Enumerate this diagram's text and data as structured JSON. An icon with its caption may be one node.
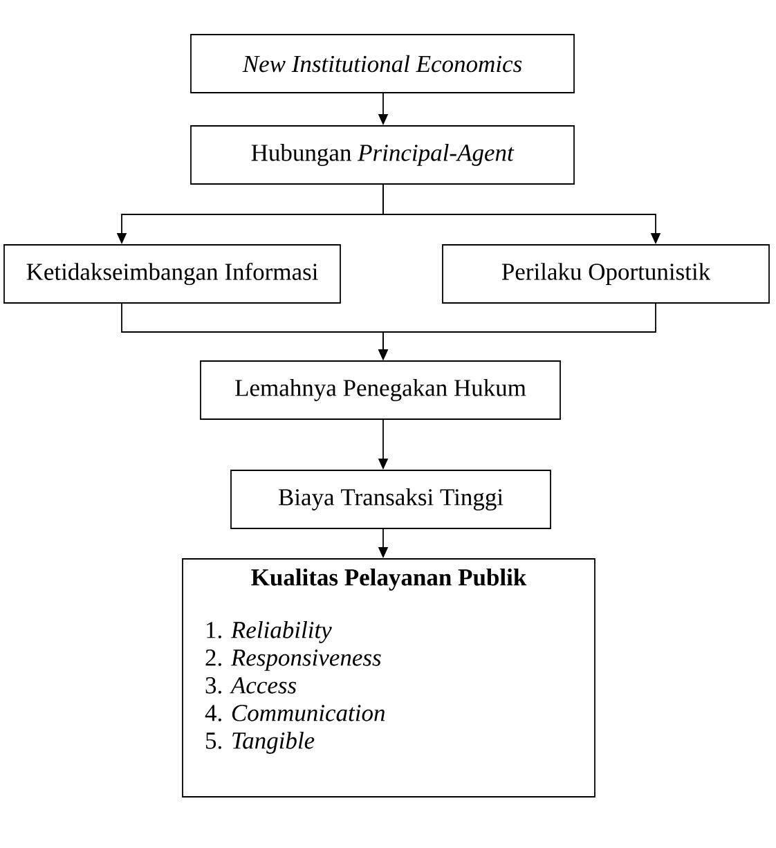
{
  "diagram": {
    "nodes": [
      {
        "text": [
          "New Institutional Economics"
        ]
      },
      {
        "text": [
          "Hubungan *Principal-Agent*"
        ]
      },
      {
        "text": [
          "Ketidakseimbangan Informasi"
        ]
      },
      {
        "text": [
          "Perilaku Oportunistik"
        ]
      },
      {
        "text": [
          "Lemahnya Penegakan Hukum"
        ]
      },
      {
        "text": [
          "Biaya Transaksi Tinggi"
        ]
      },
      {
        "text": [
          "Kualitas Pelayanan Publik",
          "1. *Reliability*",
          "2. *Responsiveness*",
          "3. *Access*",
          "4. *Communication*",
          "5. *Tangible*"
        ]
      }
    ],
    "edges": [
      {
        "from": 0,
        "to": 1,
        "arrow": "to"
      },
      {
        "from": 1,
        "to": 2,
        "arrow": "to"
      },
      {
        "from": 1,
        "to": 3,
        "arrow": "to"
      },
      {
        "from": 2,
        "to": 4,
        "arrow": "to"
      },
      {
        "from": 3,
        "to": 4,
        "arrow": "to"
      },
      {
        "from": 4,
        "to": 5,
        "arrow": "to"
      },
      {
        "from": 5,
        "to": 6,
        "arrow": "to"
      }
    ]
  }
}
